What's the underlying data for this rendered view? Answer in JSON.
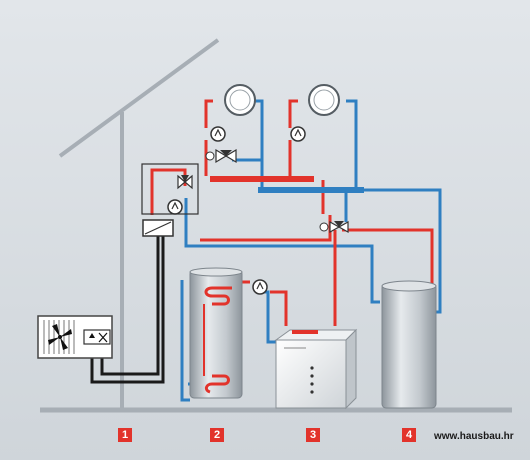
{
  "colors": {
    "hot": "#e2332b",
    "cold": "#2f7fc1",
    "black_pipe": "#1a1a1a",
    "background": "#d9dee2",
    "structure": "#a7aeb5"
  },
  "labels": {
    "badge_1": "1",
    "badge_2": "2",
    "badge_3": "3",
    "badge_4": "4",
    "watermark": "www.hausbau.hr"
  },
  "icons": {
    "radiator": "radiator-icon",
    "pump": "pump-icon",
    "mixing_valve": "mixing-valve-icon",
    "outdoor_unit": "outdoor-heat-pump-icon",
    "fan": "fan-icon",
    "control_box": "control-box-icon",
    "dhw_tank": "hot-water-cylinder-icon",
    "boiler": "boiler-icon",
    "buffer_tank": "buffer-tank-icon"
  }
}
